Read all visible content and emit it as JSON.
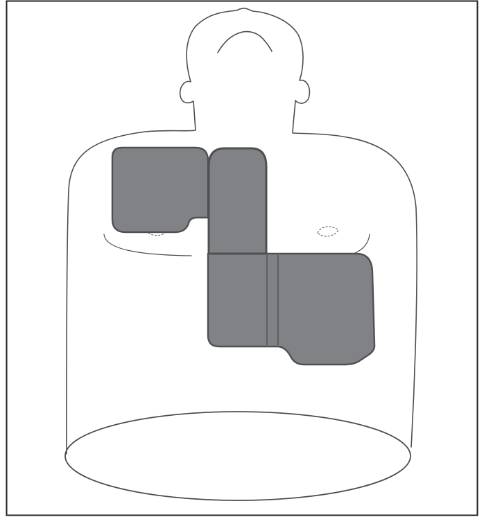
{
  "diagram": {
    "colors": {
      "frame": "#231f20",
      "outline": "#4d4d4f",
      "pad_fill": "#818285",
      "pad_stroke": "#4f5052",
      "background": "#ffffff"
    },
    "parts": [
      {
        "id": "body-silhouette",
        "icon": "torso-outline"
      },
      {
        "id": "base-ellipse",
        "icon": "ellipse"
      },
      {
        "id": "upper-left-pad",
        "icon": "electrode-pad"
      },
      {
        "id": "vertical-connector-pad",
        "icon": "electrode-pad"
      },
      {
        "id": "lower-right-pad",
        "icon": "electrode-pad"
      }
    ]
  }
}
